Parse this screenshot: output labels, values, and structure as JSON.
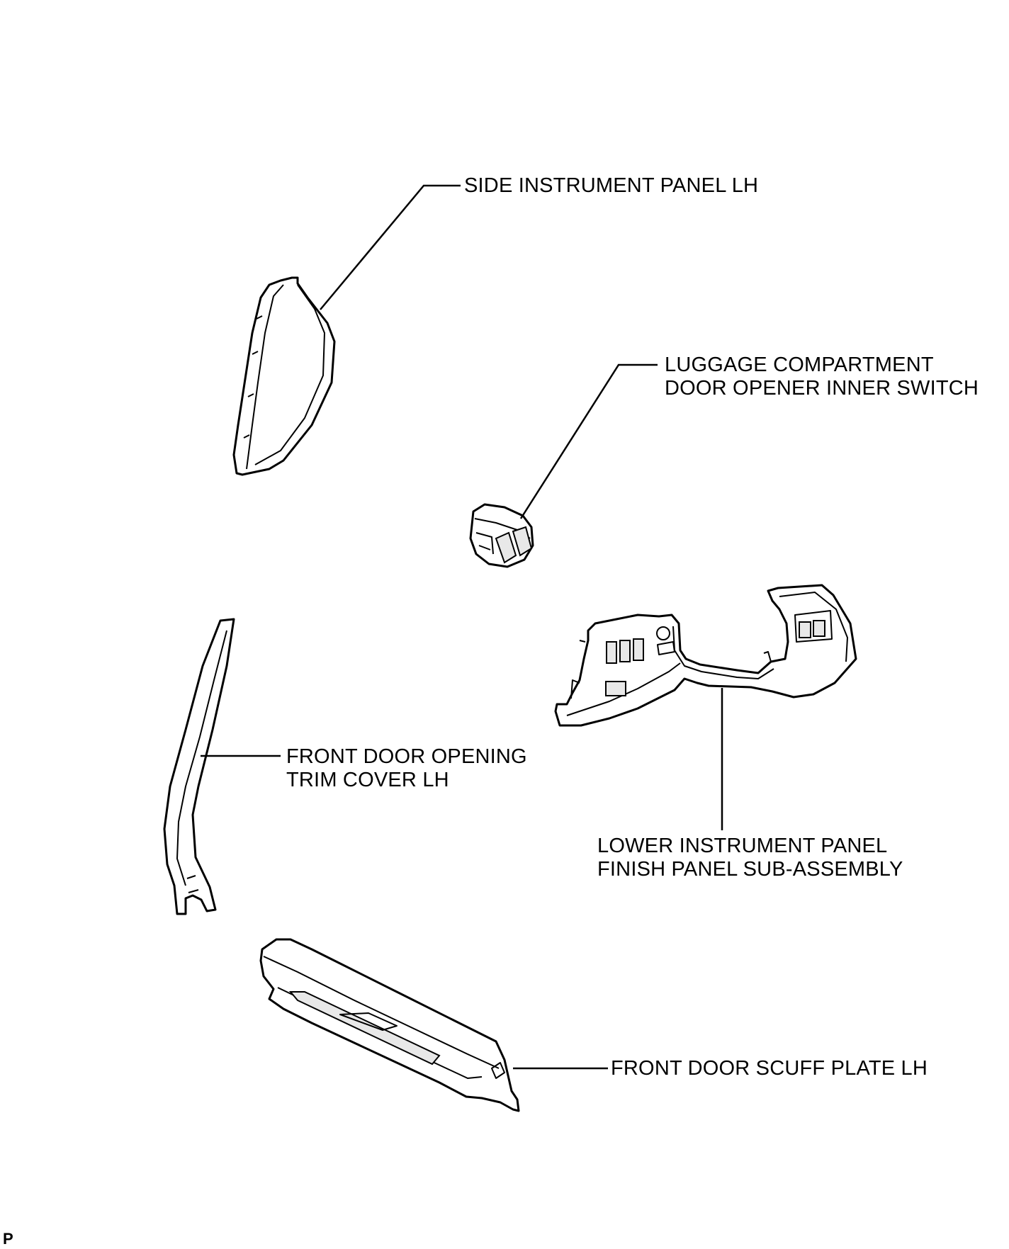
{
  "labels": {
    "side_panel": "SIDE INSTRUMENT PANEL LH",
    "luggage_switch_line1": "LUGGAGE COMPARTMENT",
    "luggage_switch_line2": "DOOR OPENER INNER SWITCH",
    "trim_cover_line1": "FRONT DOOR OPENING",
    "trim_cover_line2": "TRIM COVER LH",
    "lower_panel_line1": "LOWER INSTRUMENT PANEL",
    "lower_panel_line2": "FINISH PANEL SUB-ASSEMBLY",
    "scuff_plate": "FRONT DOOR SCUFF PLATE LH"
  },
  "corner_mark": "P"
}
